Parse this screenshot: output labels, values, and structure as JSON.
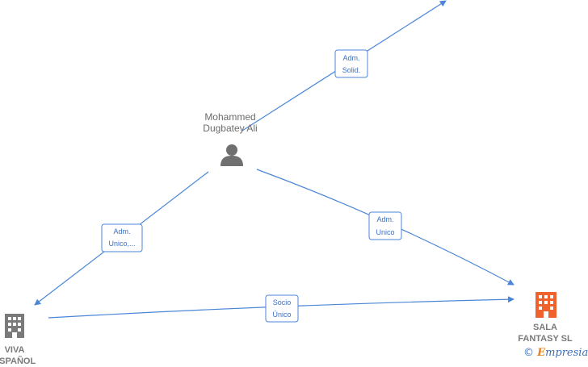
{
  "nodes": {
    "person": {
      "name_line1": "Mohammed",
      "name_line2": "Dugbatey Ali",
      "icon": "person-icon"
    },
    "viva": {
      "name_line1": "VIVA",
      "name_line2": "ESPAÑOL",
      "icon": "building-icon"
    },
    "sala": {
      "name_line1": "SALA",
      "name_line2": "FANTASY  SL",
      "icon": "building-icon"
    }
  },
  "edges": [
    {
      "id": "top",
      "line1": "Adm.",
      "line2": "Solid."
    },
    {
      "id": "left",
      "line1": "Adm.",
      "line2": "Unico,..."
    },
    {
      "id": "right",
      "line1": "Adm.",
      "line2": "Unico"
    },
    {
      "id": "bottom",
      "line1": "Socio",
      "line2": "Único"
    }
  ],
  "colors": {
    "edge": "#4a86d8",
    "person_icon": "#707070",
    "building_grey": "#7a7a7a",
    "building_orange": "#f0622d",
    "brand_e": "#e8811d",
    "brand_text": "#3a6fb8"
  },
  "brand": {
    "copyright": "©",
    "first_letter": "E",
    "rest": "mpresia"
  }
}
